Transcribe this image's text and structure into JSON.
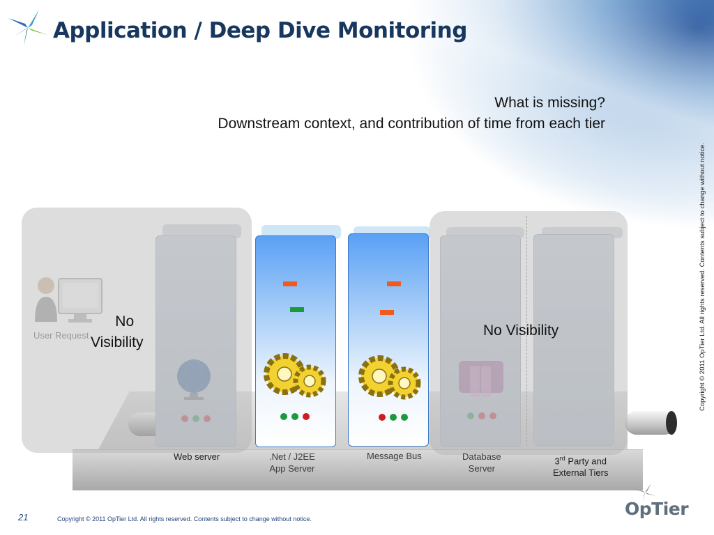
{
  "slide": {
    "title": "Application / Deep Dive Monitoring",
    "question": "What is missing?",
    "subtitle": "Downstream context, and contribution of time from each tier",
    "no_visibility_left_line1": "No",
    "no_visibility_left_line2": "Visibility",
    "no_visibility_right": "No Visibility",
    "user_request": "User Request",
    "page_number": "21",
    "footer": "Copyright ©  2011 OpTier  Ltd. All rights reserved. Contents subject to change without notice.",
    "side_copyright": "Copyright ©  2011 OpTier  Ltd. All rights reserved. Contents subject to change without notice.",
    "brand": "OpTier"
  },
  "tiers": [
    {
      "line1": "Web server",
      "line2": "",
      "state": "dim",
      "icon": "globe-icon"
    },
    {
      "line1": ".Net / J2EE",
      "line2": "App Server",
      "state": "active",
      "icon": "gears-icon"
    },
    {
      "line1": "Message Bus",
      "line2": "",
      "state": "active",
      "icon": "gears-icon"
    },
    {
      "line1": "Database",
      "line2": "Server",
      "state": "dim",
      "icon": "database-icon"
    },
    {
      "line1_base": "3",
      "line1_sup": "rd",
      "line1_rest": " Party and",
      "line2": "External Tiers",
      "state": "dim",
      "icon": "none"
    }
  ],
  "colors": {
    "title": "#17375e",
    "red": "#cc1e1e",
    "green": "#1a9a3a",
    "orange": "#f05a1c",
    "active_tier": "#5aa0f5"
  }
}
